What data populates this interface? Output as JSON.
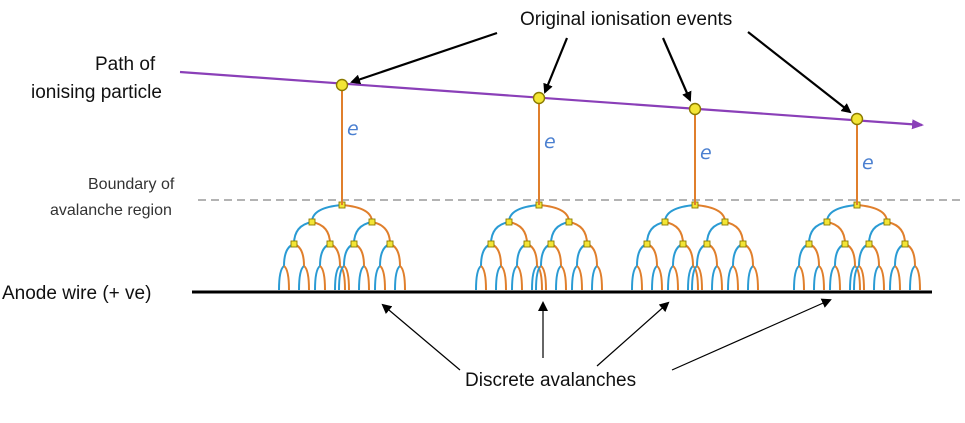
{
  "labels": {
    "original_events": "Original ionisation events",
    "path_line1": "Path of",
    "path_line2": "ionising particle",
    "boundary_line1": "Boundary of",
    "boundary_line2": "avalanche region",
    "anode": "Anode wire  (+ ve)",
    "discrete": "Discrete avalanches",
    "electron": "e"
  },
  "colors": {
    "particle_path": "#8a3fb8",
    "electron_track": "#e07f2c",
    "avalanche_blue": "#2a9bd4",
    "avalanche_orange": "#e07f2c",
    "node_fill": "#f3e535",
    "node_stroke": "#8a7a00",
    "electron_label": "#4a7fd0",
    "boundary": "#9a9a9a",
    "anode": "#000000"
  },
  "events": [
    {
      "name": "event-1"
    },
    {
      "name": "event-2"
    },
    {
      "name": "event-3"
    },
    {
      "name": "event-4"
    }
  ]
}
